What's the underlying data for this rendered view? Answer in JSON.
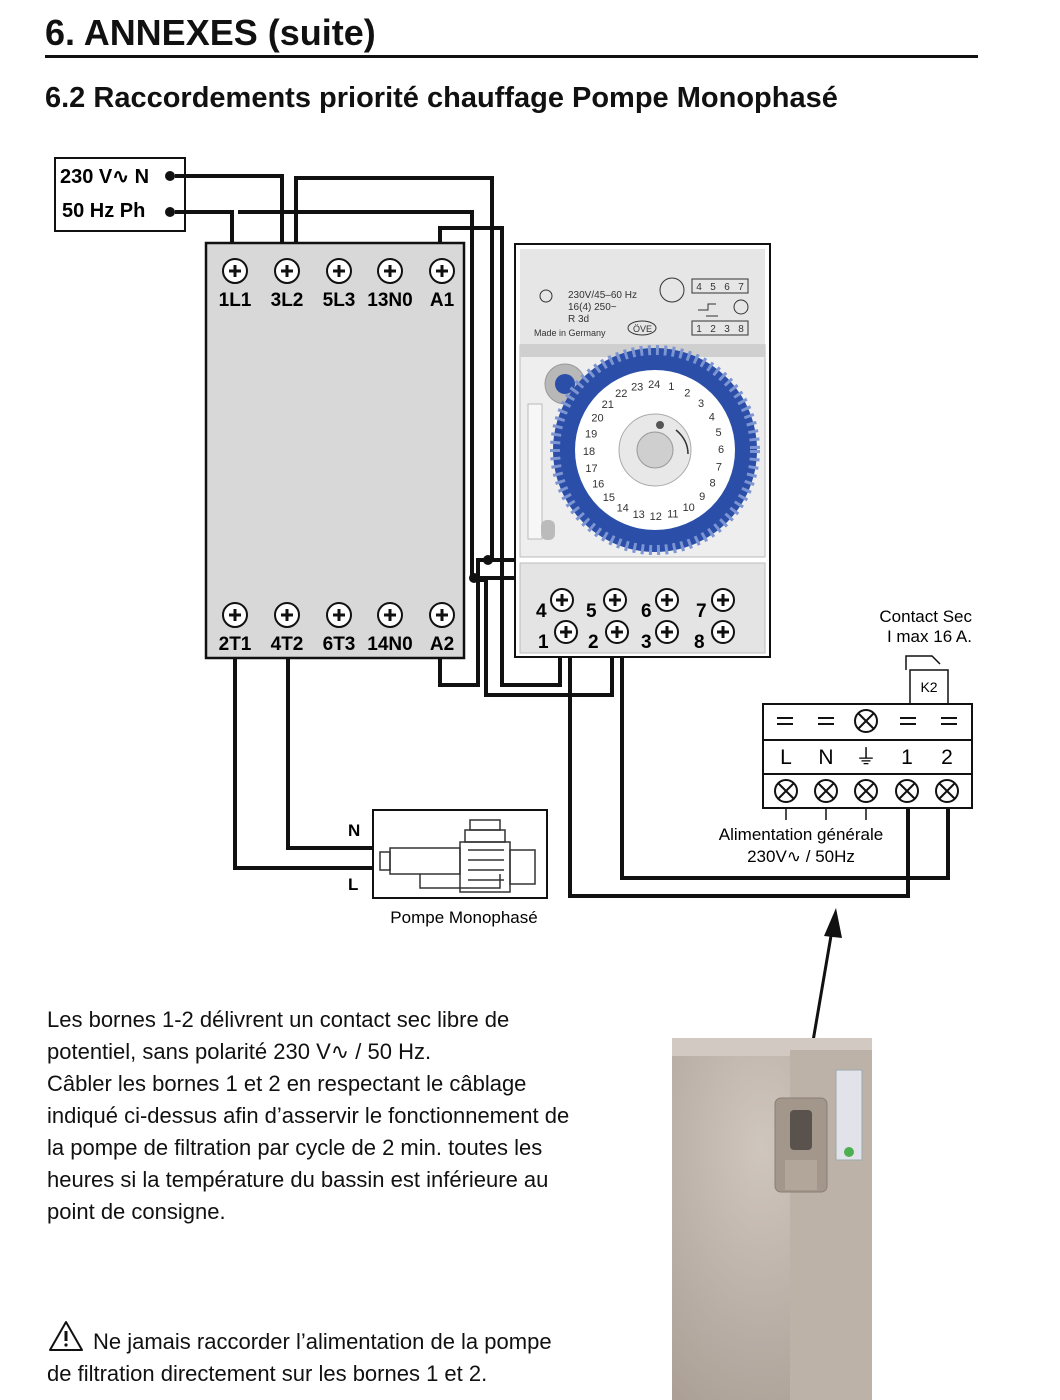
{
  "page": {
    "header": "6. ANNEXES (suite)",
    "subheader": "6.2 Raccordements priorité chauffage Pompe Monophasé"
  },
  "diagram": {
    "supply_box": {
      "line1": "230 V∿ N",
      "line2": "50 Hz  Ph"
    },
    "contactor": {
      "top_terminals": [
        "1L1",
        "3L2",
        "5L3",
        "13N0",
        "A1"
      ],
      "bottom_terminals": [
        "2T1",
        "4T2",
        "6T3",
        "14N0",
        "A2"
      ]
    },
    "timer": {
      "spec_line1": "230V/45–60 Hz",
      "spec_line2": "16(4) 250~",
      "spec_line3": "R 3d",
      "made_in": "Made in Germany",
      "mark_ove": "ÖVE",
      "terminal_map_top": [
        "4",
        "5",
        "6",
        "7"
      ],
      "terminal_map_bottom": [
        "1",
        "2",
        "3",
        "8"
      ],
      "dial_numbers": [
        "1",
        "2",
        "3",
        "4",
        "5",
        "6",
        "7",
        "8",
        "9",
        "10",
        "11",
        "12",
        "13",
        "14",
        "15",
        "16",
        "17",
        "18",
        "19",
        "20",
        "21",
        "22",
        "23",
        "24"
      ],
      "terminals_top": [
        "4",
        "5",
        "6",
        "7"
      ],
      "terminals_bottom": [
        "1",
        "2",
        "3",
        "8"
      ]
    },
    "heatpump_block": {
      "contact_label_1": "Contact Sec",
      "contact_label_2": "I max 16 A.",
      "relay": "K2",
      "terminals": [
        "L",
        "N",
        "⏚",
        "1",
        "2"
      ],
      "supply_label_1": "Alimentation générale",
      "supply_label_2": "230V∿ / 50Hz"
    },
    "pump": {
      "n_label": "N",
      "l_label": "L",
      "caption": "Pompe Monophasé"
    }
  },
  "body": {
    "paragraph_lines": [
      "Les bornes 1-2 délivrent un contact sec libre de",
      "potentiel, sans polarité 230 V∿ / 50 Hz.",
      "Câbler les bornes 1 et 2 en respectant le câblage",
      "indiqué ci-dessus afin d’asservir le fonctionnement de",
      "la pompe de filtration par cycle de 2 min. toutes les",
      "heures si la température du bassin est inférieure au",
      "point de consigne."
    ],
    "warning_lines": [
      "Ne jamais raccorder l’alimentation de la pompe",
      "de filtration directement sur les bornes 1 et 2."
    ]
  },
  "colors": {
    "dial_blue": "#2b4fa8",
    "housing_grey": "#d8d8d8",
    "heatpump_beige": "#b9aea4"
  }
}
